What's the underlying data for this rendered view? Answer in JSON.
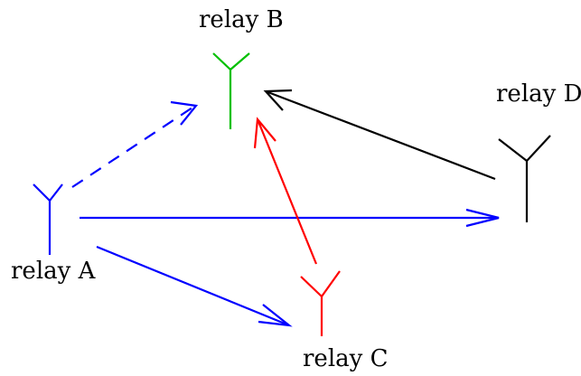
{
  "diagram": {
    "nodes": [
      {
        "id": "A",
        "label": "relay A",
        "color": "#0000ff"
      },
      {
        "id": "B",
        "label": "relay B",
        "color": "#00c000"
      },
      {
        "id": "C",
        "label": "relay C",
        "color": "#ff0000"
      },
      {
        "id": "D",
        "label": "relay D",
        "color": "#000000"
      }
    ],
    "edges": [
      {
        "from": "A",
        "to": "B",
        "color": "#0000ff",
        "style": "dashed"
      },
      {
        "from": "A",
        "to": "D",
        "color": "#0000ff",
        "style": "solid"
      },
      {
        "from": "A",
        "to": "C",
        "color": "#0000ff",
        "style": "solid"
      },
      {
        "from": "C",
        "to": "B",
        "color": "#ff0000",
        "style": "solid"
      },
      {
        "from": "D",
        "to": "B",
        "color": "#000000",
        "style": "solid"
      }
    ]
  }
}
